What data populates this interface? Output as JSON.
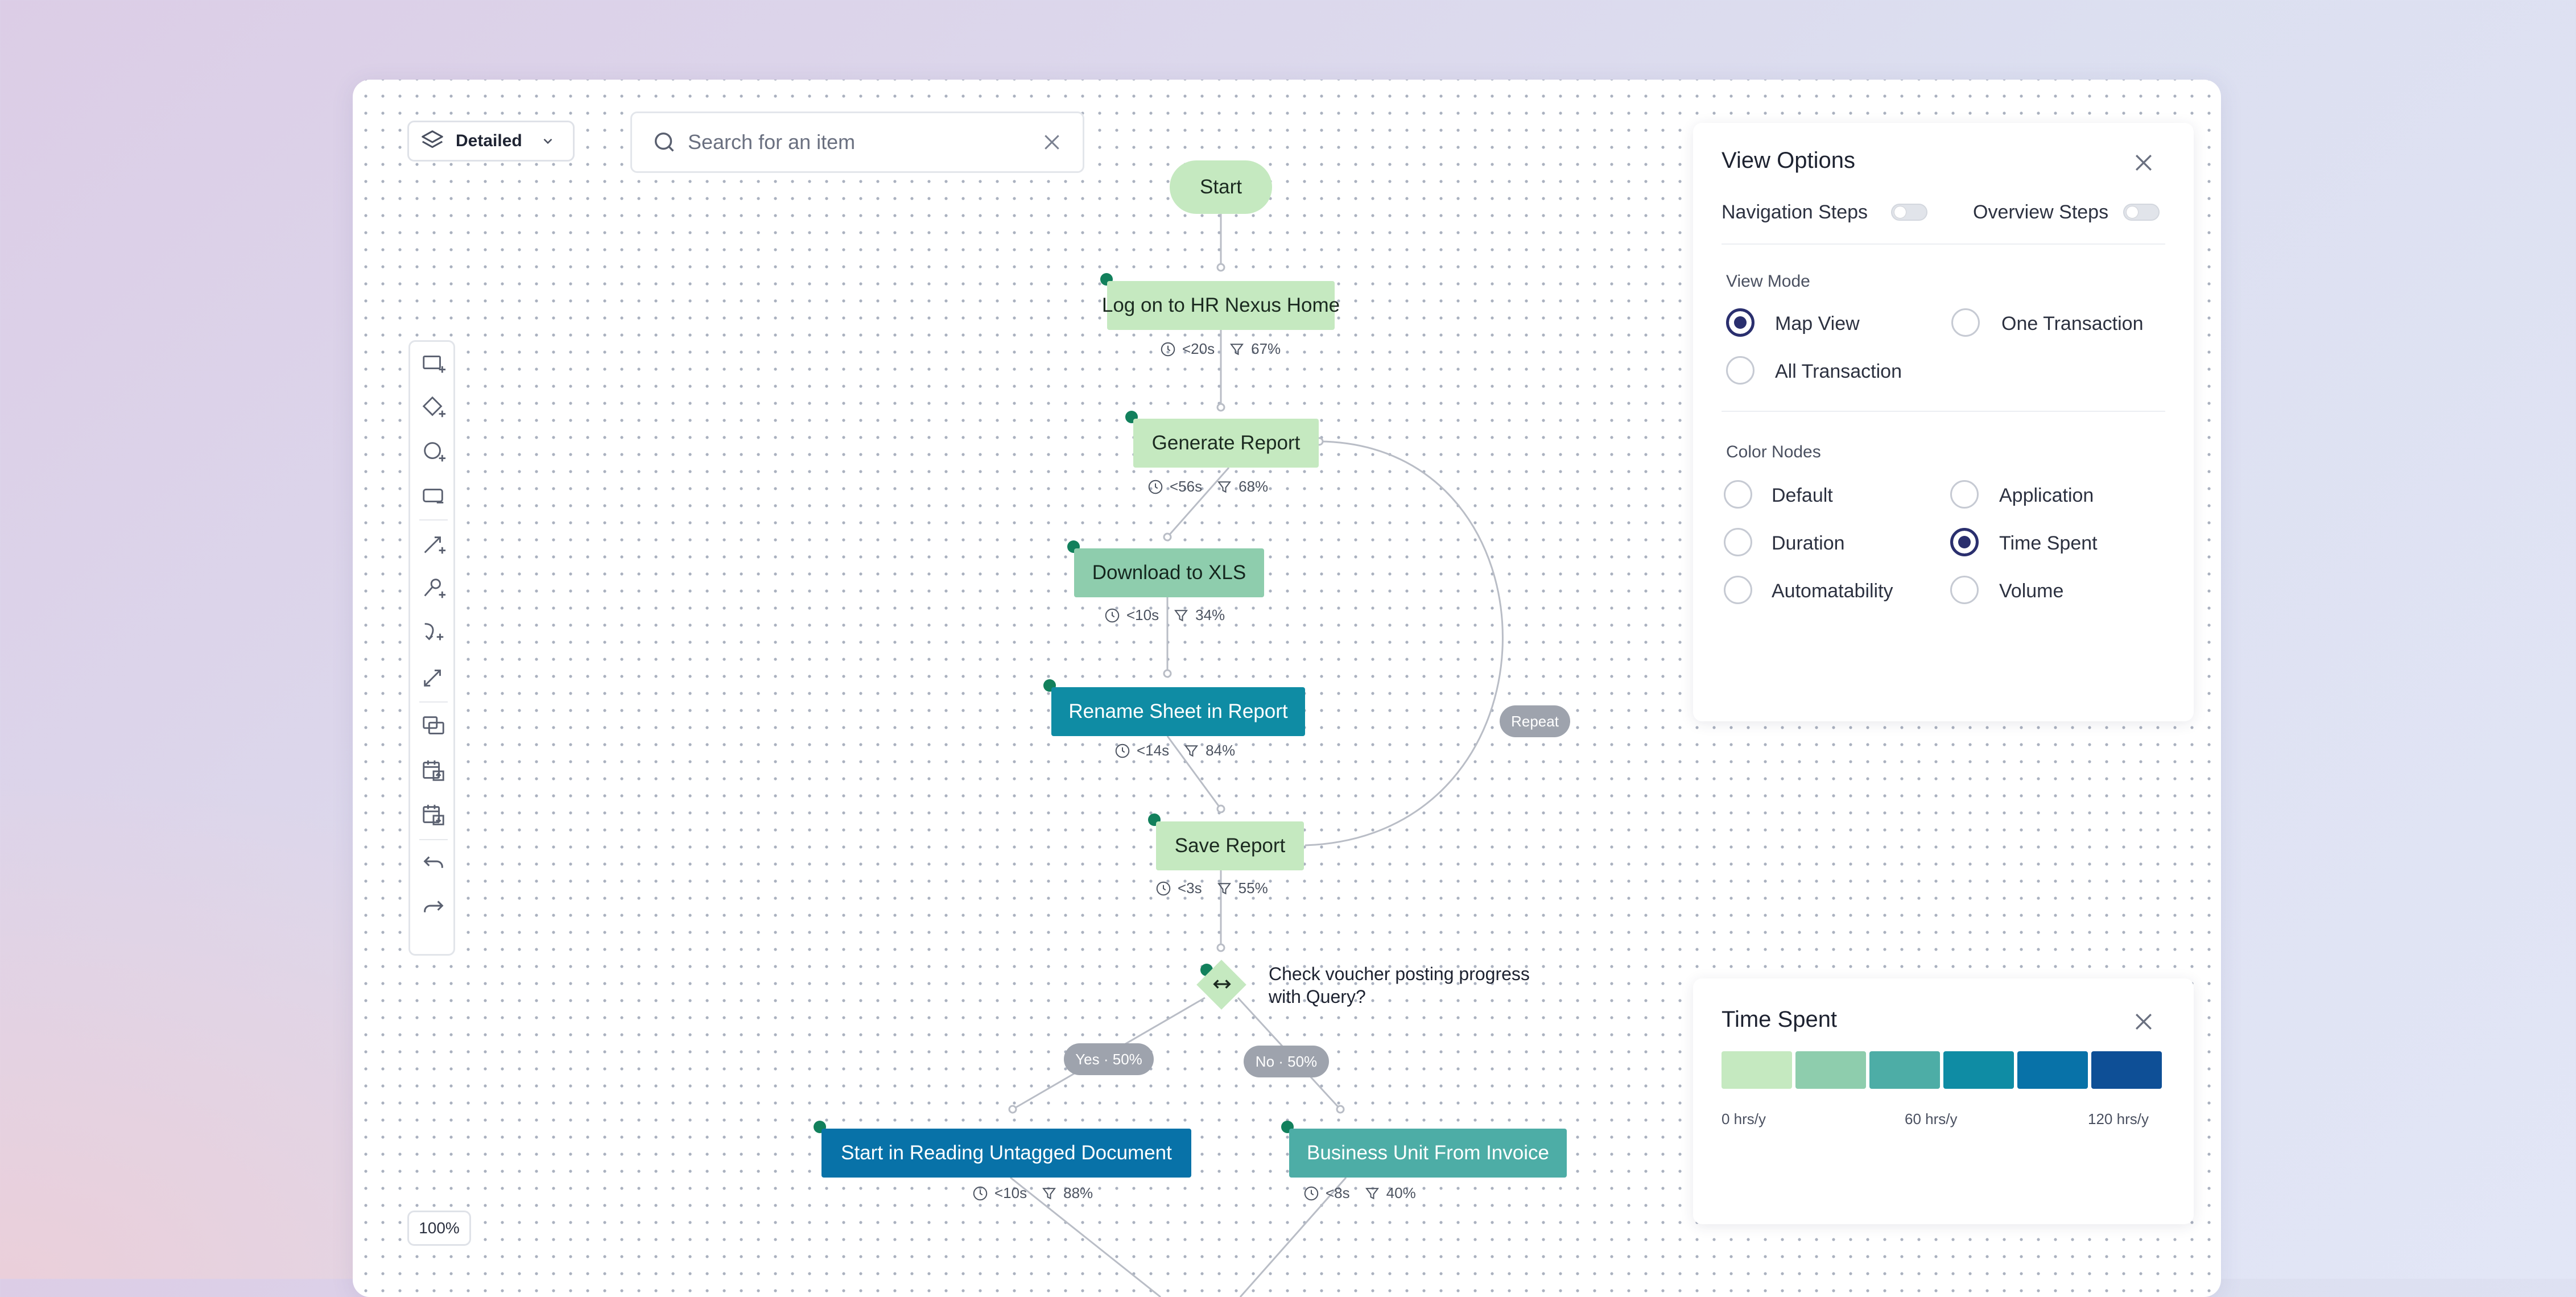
{
  "view_selector": {
    "label": "Detailed",
    "icon": "layers-icon"
  },
  "search": {
    "placeholder": "Search for an item"
  },
  "zoom": {
    "label": "100%"
  },
  "toolbar": {
    "tools": [
      "add-rectangle-icon",
      "add-diamond-icon",
      "add-circle-icon",
      "remove-rectangle-icon",
      "add-connector-icon",
      "add-subprocess-icon",
      "add-curve-icon",
      "remove-connector-icon",
      "duplicate-icon",
      "export-calendar-icon",
      "import-calendar-icon",
      "undo-icon",
      "redo-icon"
    ]
  },
  "flow": {
    "start": "Start",
    "nodes": [
      {
        "label": "Log on to HR Nexus Home",
        "duration": "<20s",
        "volume": "67%"
      },
      {
        "label": "Generate Report",
        "duration": "<56s",
        "volume": "68%"
      },
      {
        "label": "Download to XLS",
        "duration": "<10s",
        "volume": "34%"
      },
      {
        "label": "Rename Sheet in Report",
        "duration": "<14s",
        "volume": "84%"
      },
      {
        "label": "Save Report",
        "duration": "<3s",
        "volume": "55%"
      },
      {
        "label": "Start in Reading Untagged Document",
        "duration": "<10s",
        "volume": "88%"
      },
      {
        "label": "Business Unit From Invoice",
        "duration": "<8s",
        "volume": "40%"
      }
    ],
    "decision": {
      "label_line1": "Check voucher posting progress",
      "label_line2": "with Query?"
    },
    "edge_labels": {
      "repeat": "Repeat",
      "yes": "Yes · 50%",
      "no": "No · 50%"
    }
  },
  "view_options": {
    "title": "View Options",
    "navigation_steps": "Navigation Steps",
    "overview_steps": "Overview Steps",
    "view_mode_title": "View Mode",
    "view_modes": [
      "Map View",
      "One Transaction",
      "All Transaction"
    ],
    "view_mode_selected": "Map View",
    "color_nodes_title": "Color Nodes",
    "color_options": [
      "Default",
      "Application",
      "Duration",
      "Time Spent",
      "Automatability",
      "Volume"
    ],
    "color_selected": "Time Spent"
  },
  "legend": {
    "title": "Time Spent",
    "colors": [
      "#c5e9c0",
      "#8ecdad",
      "#4dada6",
      "#0f8ca4",
      "#0872a8",
      "#0e4f96"
    ],
    "min_label": "0 hrs/y",
    "mid_label": "60 hrs/y",
    "max_label": "120 hrs/y"
  }
}
